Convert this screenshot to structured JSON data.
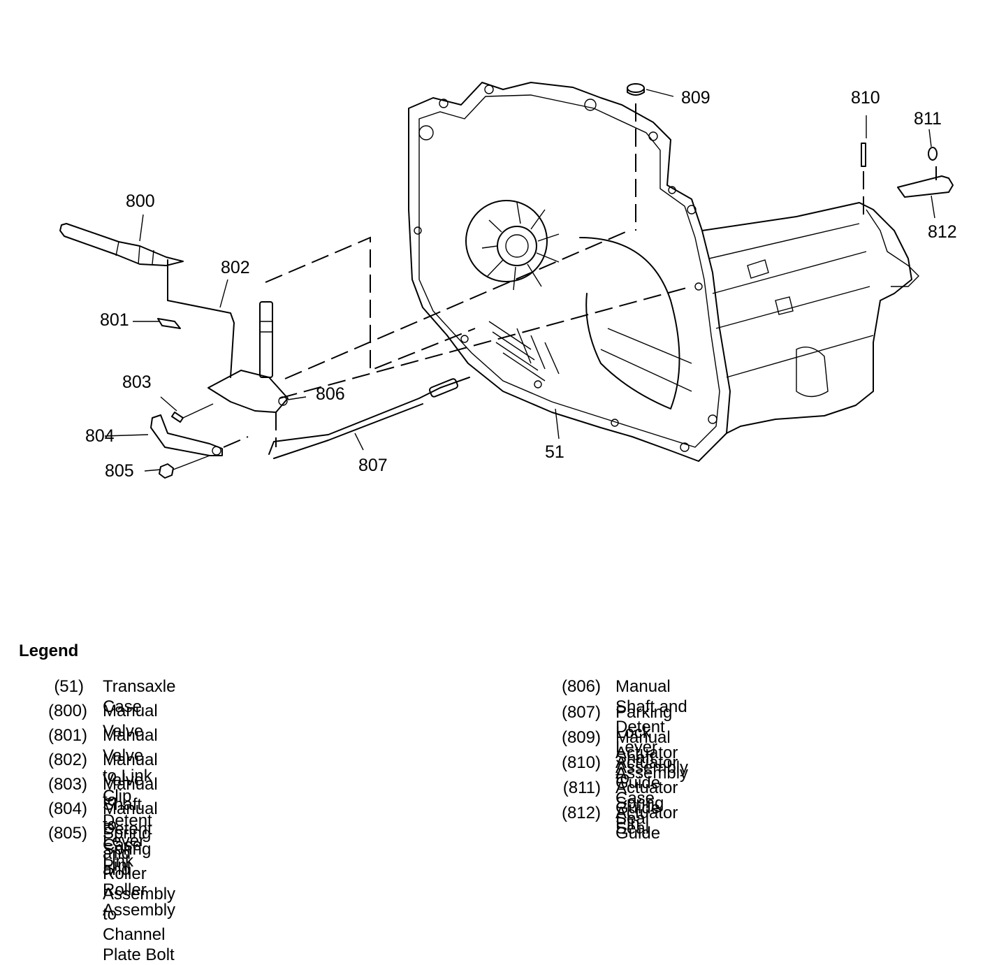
{
  "callouts": {
    "c51": "51",
    "c800": "800",
    "c801": "801",
    "c802": "802",
    "c803": "803",
    "c804": "804",
    "c805": "805",
    "c806": "806",
    "c807": "807",
    "c809": "809",
    "c810": "810",
    "c811": "811",
    "c812": "812"
  },
  "legend": {
    "title": "Legend",
    "left": [
      {
        "num": "(51)",
        "desc": "Transaxle Case"
      },
      {
        "num": "(800)",
        "desc": "Manual Valve"
      },
      {
        "num": "(801)",
        "desc": "Manual Valve to Link Clip"
      },
      {
        "num": "(802)",
        "desc": "Manual Valve to Detent Lever Link"
      },
      {
        "num": "(803)",
        "desc": "Manual Shaft to Case Pin"
      },
      {
        "num": "(804)",
        "desc": "Manual Detent Spring and Roller Assembly"
      },
      {
        "num": "(805)",
        "desc": "Spring and Roller Assembly to Channel\nPlate Bolt"
      }
    ],
    "right": [
      {
        "num": "(806)",
        "desc": "Manual Shaft and Detent Lever Assembly"
      },
      {
        "num": "(807)",
        "desc": "Parking Lock Actuator Assembly"
      },
      {
        "num": "(809)",
        "desc": "Manual Shaft to Case Seal"
      },
      {
        "num": "(810)",
        "desc": "Actuator Guide Spring Pin"
      },
      {
        "num": "(811)",
        "desc": "Actuator Guide Seal"
      },
      {
        "num": "(812)",
        "desc": "Actuator Guide"
      }
    ]
  }
}
